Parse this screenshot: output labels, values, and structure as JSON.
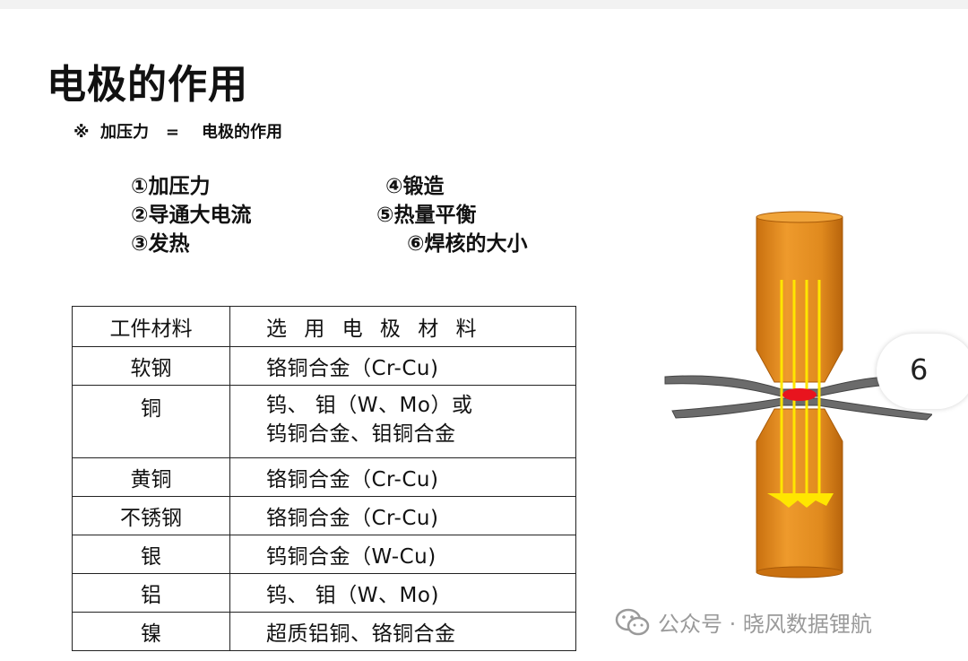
{
  "title": "电极的作用",
  "note": "※  加压力   =    电极的作用",
  "functions": {
    "f1": "①加压力",
    "f2": "②导通大电流",
    "f3": "③发热",
    "f4": "④锻造",
    "f5": "⑤热量平衡",
    "f6": "⑥焊核的大小"
  },
  "table": {
    "headers": [
      "工件材料",
      "选 用 电 极 材 料"
    ],
    "rows": [
      {
        "material": "软钢",
        "electrode": "铬铜合金（Cr-Cu)"
      },
      {
        "material": "铜",
        "electrode_line1": "钨、 钼（W、Mo）或",
        "electrode_line2": "钨铜合金、钼铜合金"
      },
      {
        "material": "黄铜",
        "electrode": "铬铜合金（Cr-Cu)"
      },
      {
        "material": "不锈钢",
        "electrode": "铬铜合金（Cr-Cu)"
      },
      {
        "material": "银",
        "electrode": "钨铜合金（W-Cu)"
      },
      {
        "material": "铝",
        "electrode": "钨、 钼（W、Mo)"
      },
      {
        "material": "镍",
        "electrode": "超质铝铜、铬铜合金"
      }
    ]
  },
  "slide_number": "6",
  "watermark": "公众号 · 晓风数据锂航",
  "colors": {
    "electrode": "#e08a1e",
    "electrode_dark": "#b8640c",
    "sheet": "#666666",
    "current_lines": "#ffe600",
    "nugget": "#e8141e"
  }
}
